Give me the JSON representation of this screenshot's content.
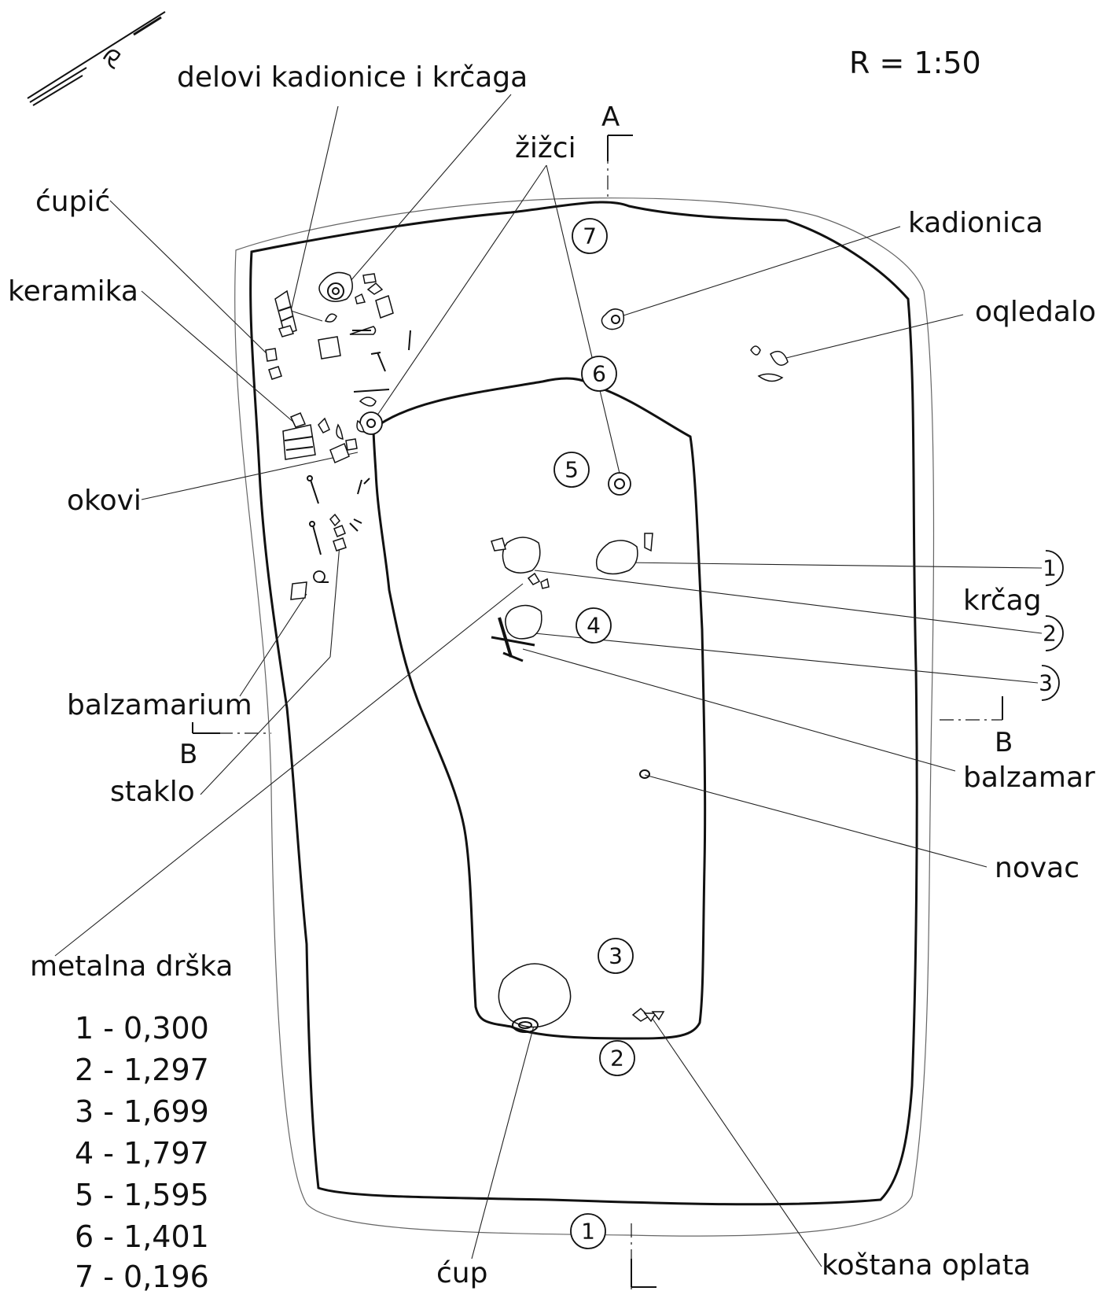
{
  "scale": "R = 1:50",
  "section_markers": {
    "a": "A",
    "b_left": "B",
    "b_right": "B"
  },
  "labels": {
    "delovi": "delovi   kadionice   i   krčaga",
    "zizci": "žižci",
    "cupic": "ćupić",
    "keramika": "keramika",
    "kadionica": "kadionica",
    "ogledalo": "oqledalo",
    "okovi": "okovi",
    "krcag": "krčag",
    "balzamarium": "balzamarium",
    "staklo": "staklo",
    "balzamar": "balzamar",
    "novac": "novac",
    "metalna_drska": "metalna   drška",
    "cup": "ćup",
    "kostana_oplata": "koštana   oplata"
  },
  "point_markers": [
    "1",
    "2",
    "3",
    "4",
    "5",
    "6",
    "7"
  ],
  "find_markers": [
    "1",
    "2",
    "3"
  ],
  "elevations": [
    "1 -  0,300",
    "2 -  1,297",
    "3 -  1,699",
    "4 -  1,797",
    "5 -  1,595",
    "6 -  1,401",
    "7 -  0,196"
  ],
  "icons": [
    "north-arrow-icon"
  ]
}
